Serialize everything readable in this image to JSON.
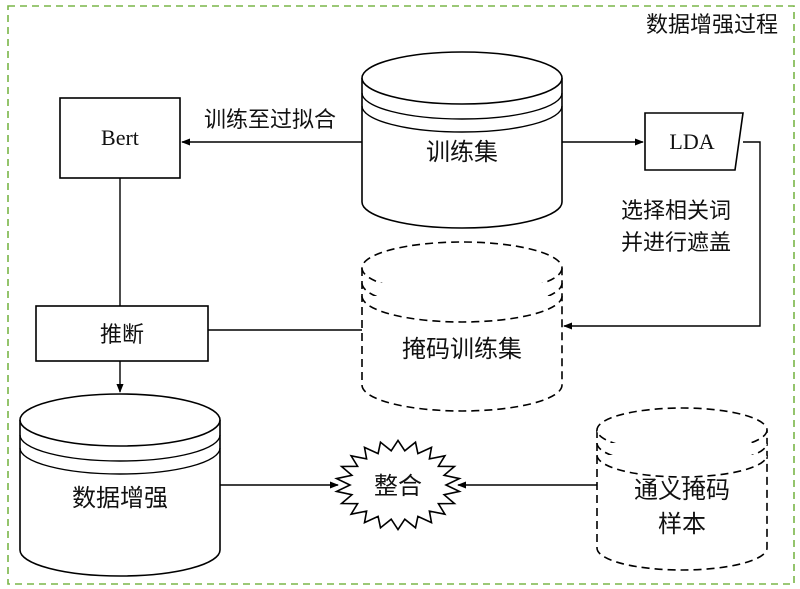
{
  "frame": {
    "title": "数据增强过程",
    "border_color": "#7ab648"
  },
  "nodes": {
    "bert": "Bert",
    "train_set": "训练集",
    "lda": "LDA",
    "infer": "推断",
    "masked_train_set": "掩码训练集",
    "data_aug": "数据增强",
    "merge": "整合",
    "generic_mask_line1": "通义掩码",
    "generic_mask_line2": "样本"
  },
  "edges": {
    "overfit": "训练至过拟合",
    "select_line1": "选择相关词",
    "select_line2": "并进行遮盖"
  }
}
